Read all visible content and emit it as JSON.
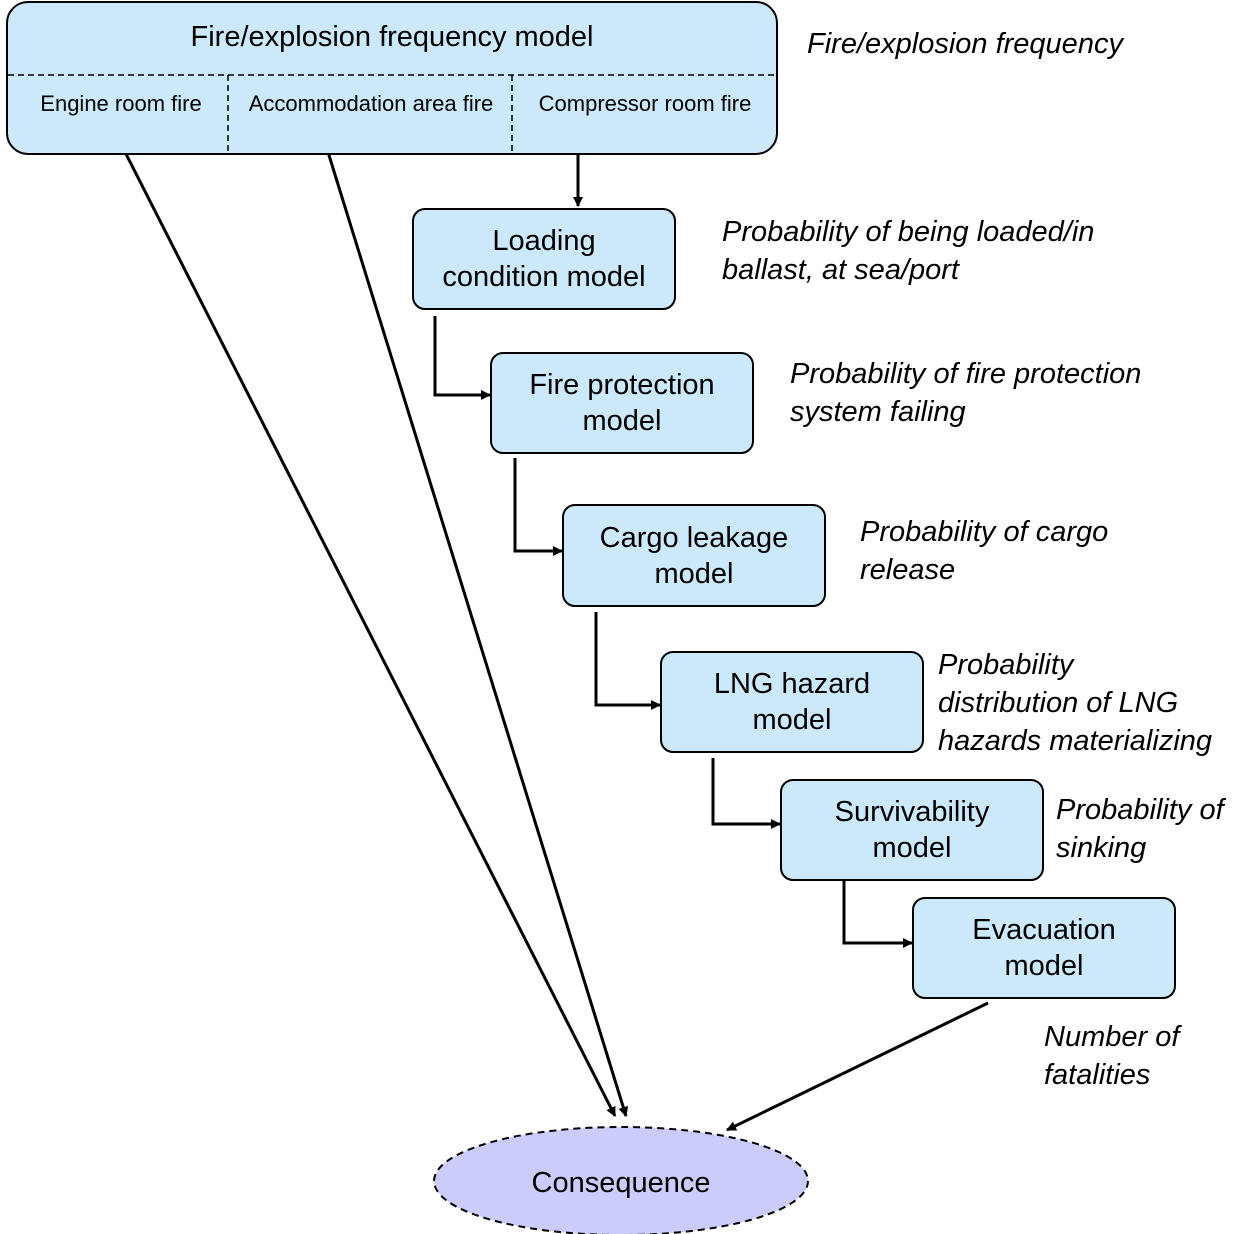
{
  "top_model": {
    "title": "Fire/explosion frequency model",
    "subcategories": [
      "Engine room fire",
      "Accommodation area fire",
      "Compressor room fire"
    ],
    "description": "Fire/explosion frequency"
  },
  "models": [
    {
      "lines": [
        "Loading",
        "condition model"
      ],
      "description": [
        "Probability of being loaded/in",
        "ballast, at sea/port"
      ]
    },
    {
      "lines": [
        "Fire protection",
        "model"
      ],
      "description": [
        "Probability of fire protection",
        "system failing"
      ]
    },
    {
      "lines": [
        "Cargo leakage",
        "model"
      ],
      "description": [
        "Probability of cargo",
        "release"
      ]
    },
    {
      "lines": [
        "LNG hazard",
        "model"
      ],
      "description": [
        "Probability",
        "distribution of LNG",
        "hazards materializing"
      ]
    },
    {
      "lines": [
        "Survivability",
        "model"
      ],
      "description": [
        "Probability of",
        "sinking"
      ]
    },
    {
      "lines": [
        "Evacuation",
        "model"
      ],
      "description": [
        "Number of",
        "fatalities"
      ]
    }
  ],
  "consequence": {
    "label": "Consequence"
  },
  "colors": {
    "model_fill": "#cce9fb",
    "consequence_fill": "#ccccfb",
    "stroke": "#000000"
  }
}
